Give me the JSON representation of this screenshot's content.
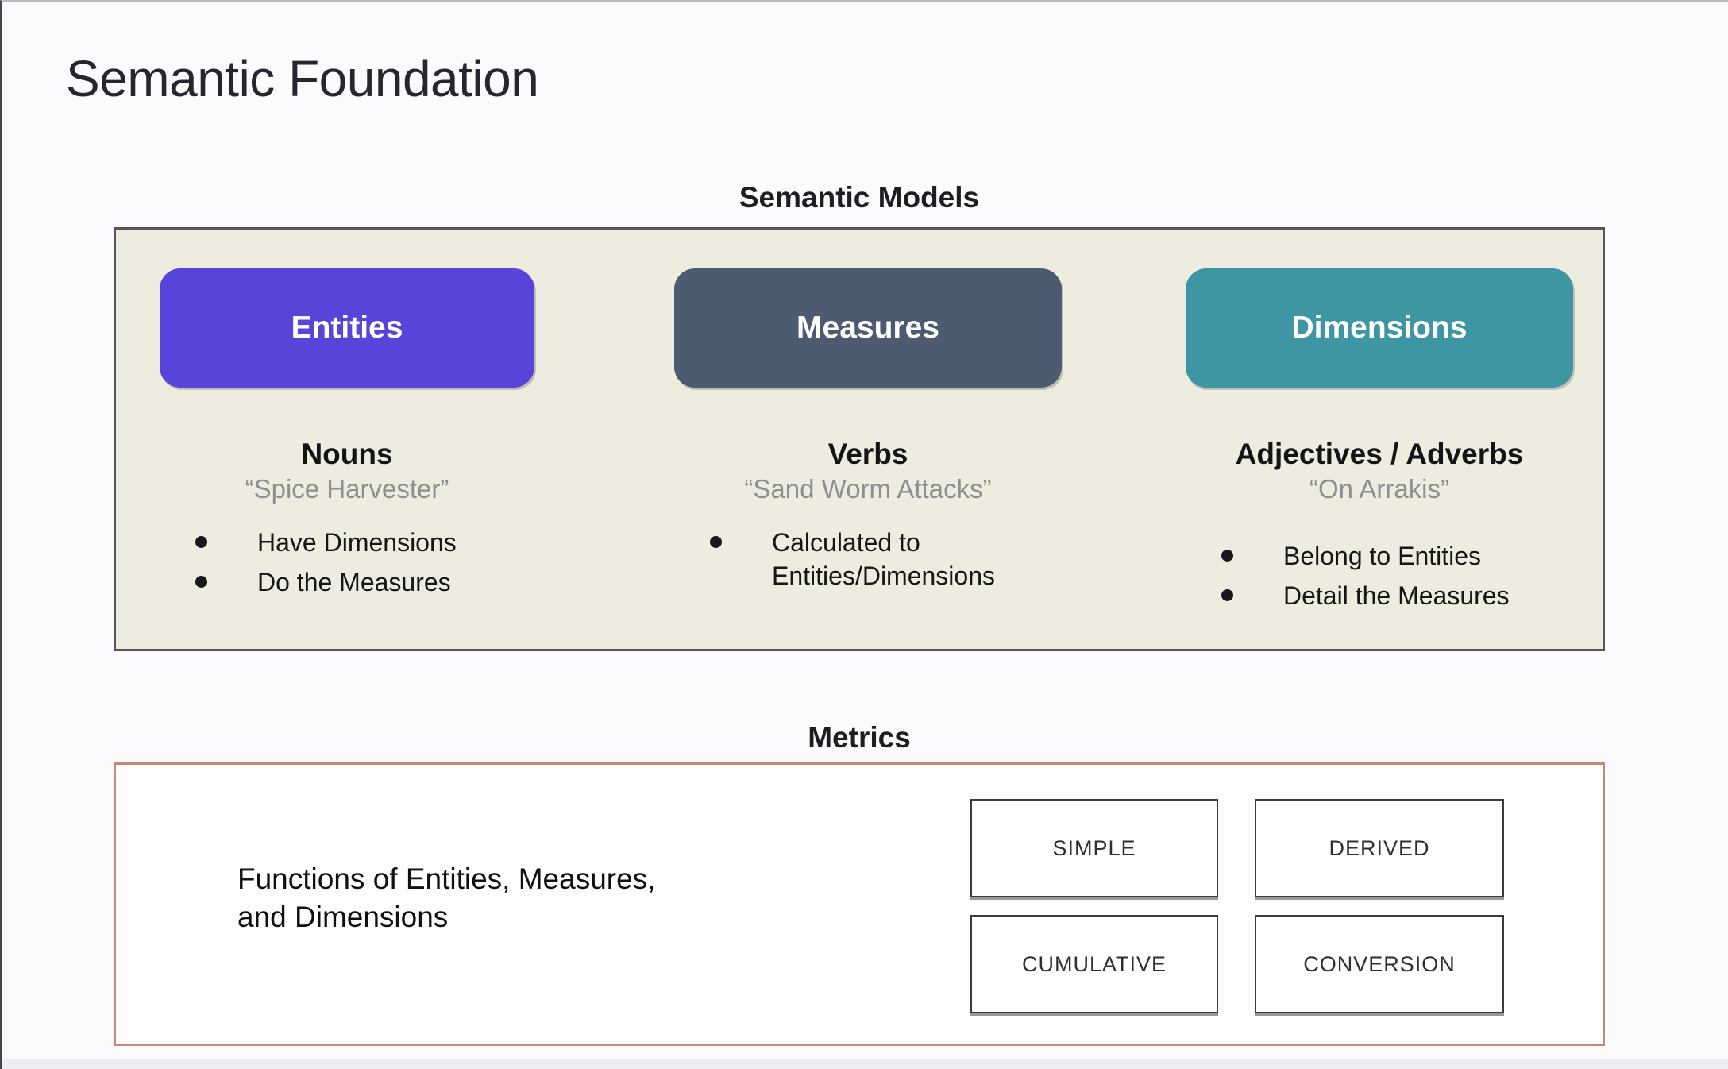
{
  "slide": {
    "title": "Semantic Foundation",
    "background_color": "#fbfbfd"
  },
  "semantic_models": {
    "heading": "Semantic Models",
    "box_background_color": "#edecdf",
    "box_border_color": "#55555c",
    "columns": [
      {
        "pill_label": "Entities",
        "pill_color": "#5944da",
        "heading": "Nouns",
        "quote": "“Spice Harvester”",
        "bullets": [
          "Have Dimensions",
          "Do the Measures"
        ]
      },
      {
        "pill_label": "Measures",
        "pill_color": "#4d5b70",
        "heading": "Verbs",
        "quote": "“Sand Worm Attacks”",
        "bullets": [
          "Calculated to Entities/Dimensions"
        ]
      },
      {
        "pill_label": "Dimensions",
        "pill_color": "#3e95a3",
        "heading": "Adjectives / Adverbs",
        "quote": "“On Arrakis”",
        "bullets": [
          "Belong to Entities",
          "Detail the Measures"
        ]
      }
    ]
  },
  "metrics": {
    "heading": "Metrics",
    "box_border_color": "#c98874",
    "description": "Functions of Entities, Measures,\nand Dimensions",
    "types": [
      "SIMPLE",
      "DERIVED",
      "CUMULATIVE",
      "CONVERSION"
    ]
  }
}
